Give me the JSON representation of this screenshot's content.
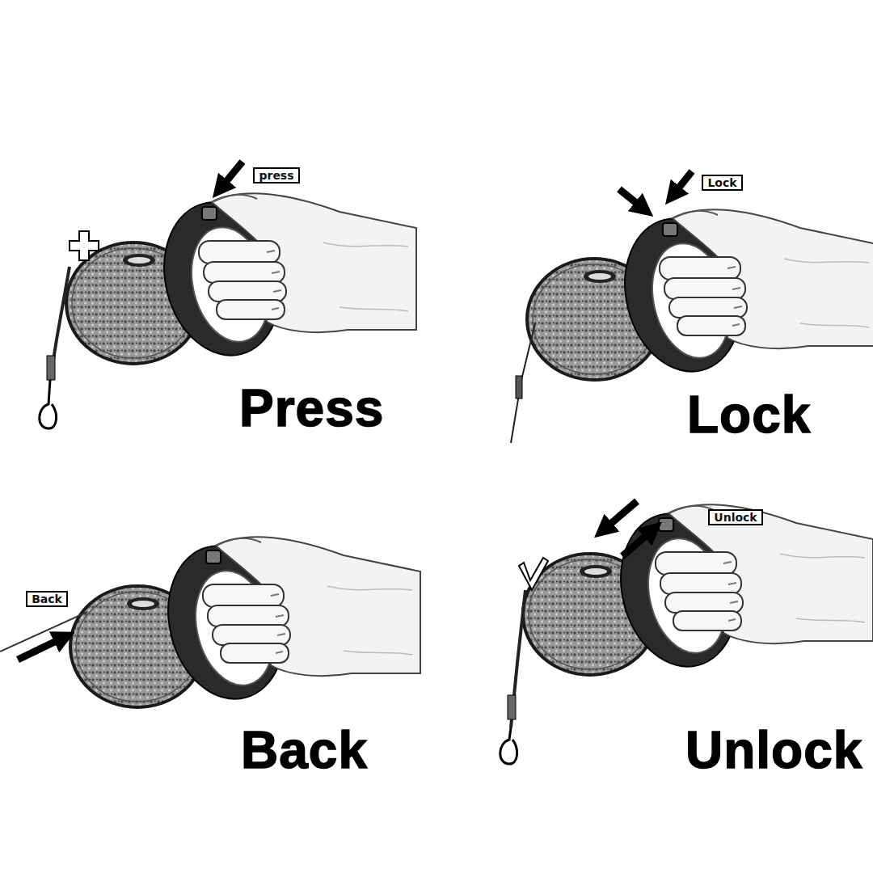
{
  "diagram": {
    "nodes": [
      {
        "text": [
          "press"
        ]
      },
      {
        "text": [
          "Lock"
        ]
      },
      {
        "text": [
          "Back"
        ]
      },
      {
        "text": [
          "Unlock"
        ]
      }
    ],
    "labels": [
      "Press",
      "Lock",
      "Back",
      "Unlock"
    ]
  }
}
